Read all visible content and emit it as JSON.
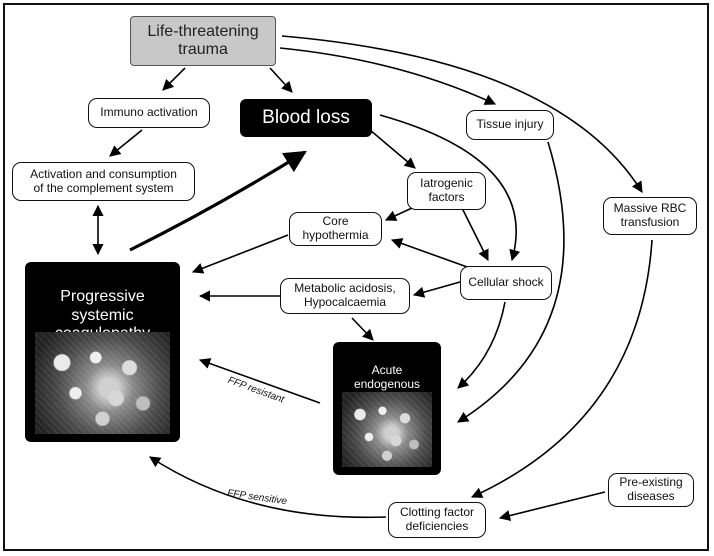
{
  "nodes": {
    "trauma": "Life-threatening\ntrauma",
    "immuno": "Immuno activation",
    "blood_loss": "Blood loss",
    "tissue": "Tissue injury",
    "complement": "Activation and consumption\nof the complement  system",
    "iatrogenic": "Iatrogenic\nfactors",
    "massive_rbc": "Massive RBC\ntransfusion",
    "hypothermia": "Core\nhypothermia",
    "acidosis": "Metabolic acidosis,\nHypocalcaemia",
    "shock": "Cellular shock",
    "progressive": "Progressive\nsystemic\ncoagulopathy",
    "acute": "Acute\nendogenous\ncoagulopathy",
    "preexisting": "Pre-existing\ndiseases",
    "clotting": "Clotting factor\ndeficiencies"
  },
  "edge_labels": {
    "ffp_resistant": "FFP resistant",
    "ffp_sensitive": "FFP sensitive"
  }
}
